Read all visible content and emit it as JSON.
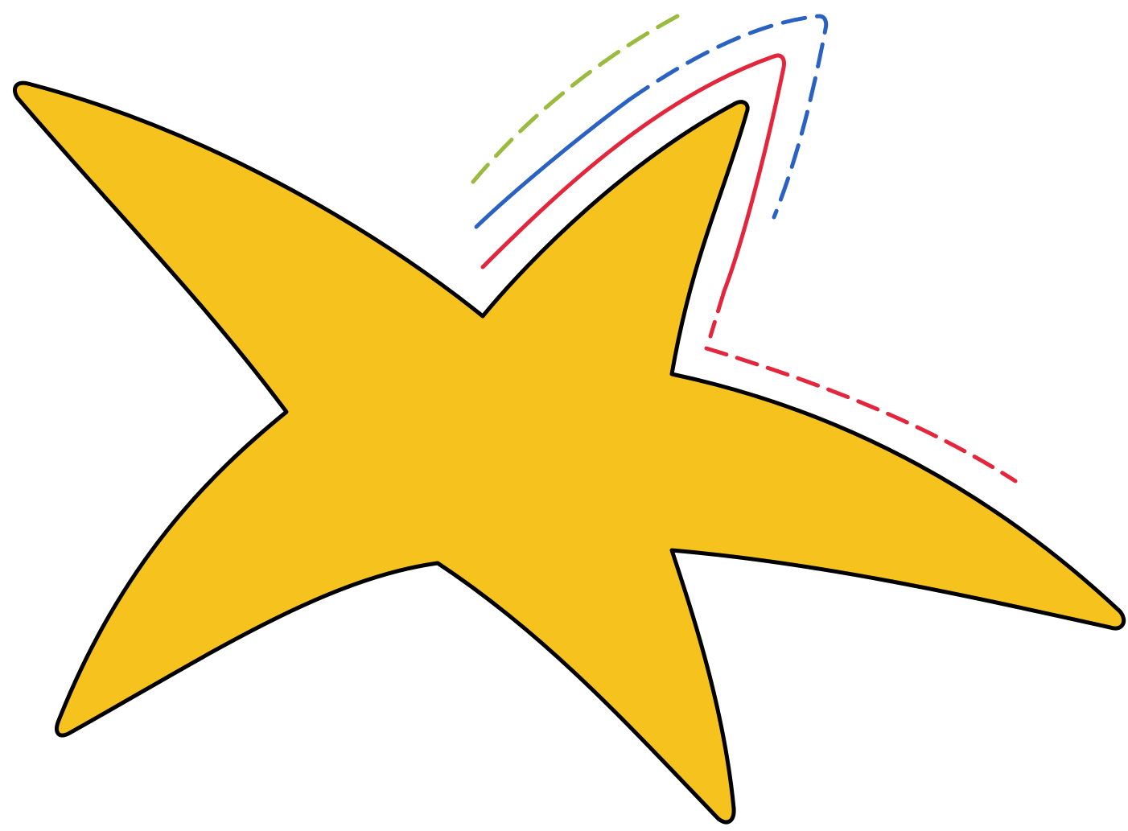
{
  "figure": {
    "background_color": "#ffffff",
    "shape": {
      "kind": "star",
      "points": 5,
      "fill_color": "#f5c21e",
      "outline_color": "#000000"
    },
    "traced_lines": [
      {
        "color": "#e3263c",
        "segments": [
          "solid",
          "dashed",
          "dashed"
        ]
      },
      {
        "color": "#2a62c4",
        "segments": [
          "solid",
          "dashed"
        ]
      },
      {
        "color": "#9bbb3e",
        "segments": [
          "dashed"
        ]
      }
    ]
  }
}
